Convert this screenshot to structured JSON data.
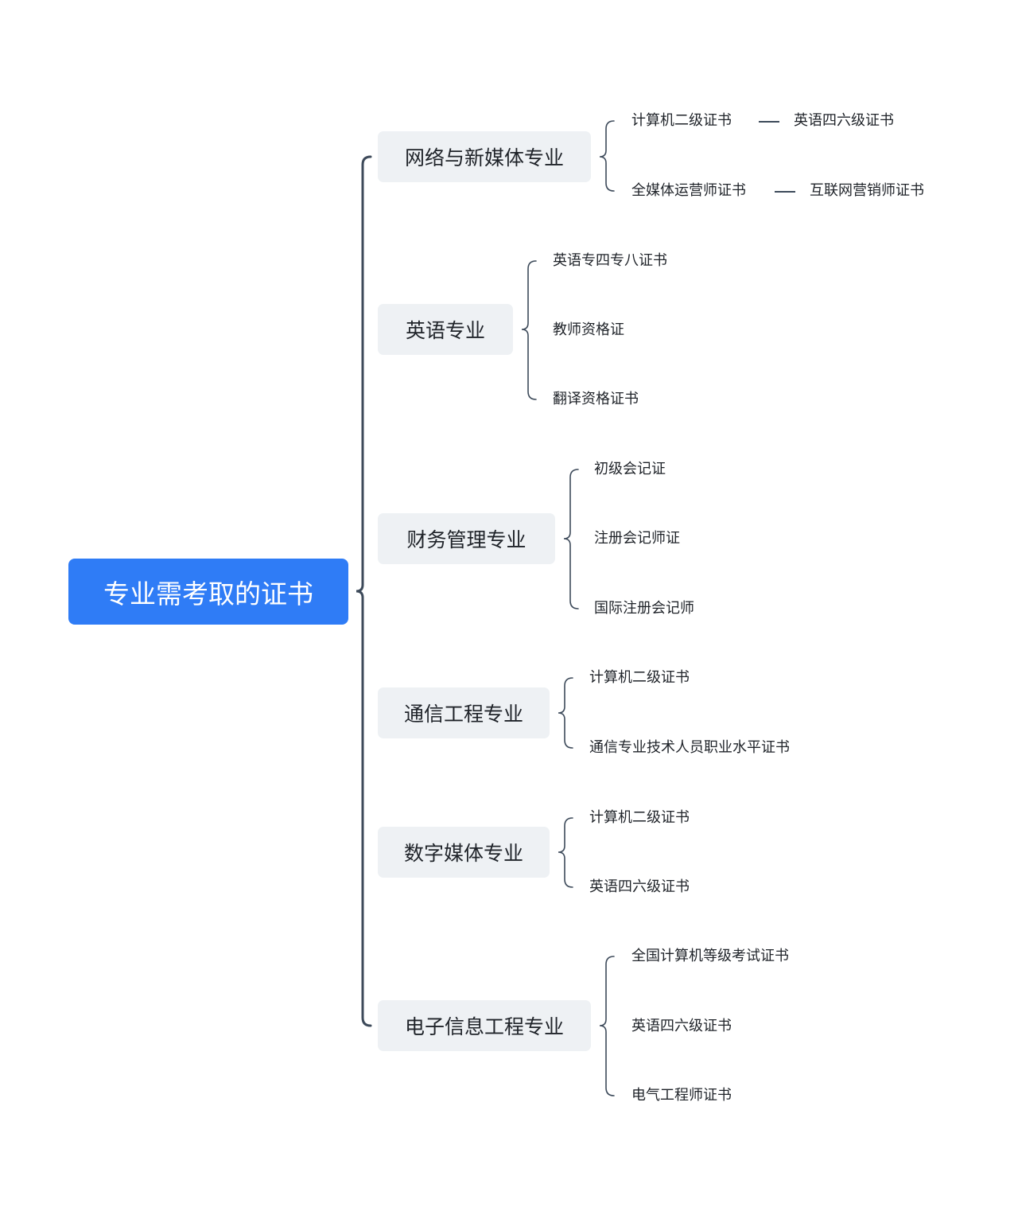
{
  "root": {
    "label": "专业需考取的证书"
  },
  "colors": {
    "root_bg": "#2f7cf6",
    "branch_bg": "#eef1f4",
    "line": "#3d4a5a"
  },
  "branches": [
    {
      "label": "网络与新媒体专业",
      "leaves": [
        {
          "label": "计算机二级证书",
          "next": "英语四六级证书"
        },
        {
          "label": "全媒体运营师证书",
          "next": "互联网营销师证书"
        }
      ]
    },
    {
      "label": "英语专业",
      "leaves": [
        {
          "label": "英语专四专八证书"
        },
        {
          "label": "教师资格证"
        },
        {
          "label": "翻译资格证书"
        }
      ]
    },
    {
      "label": "财务管理专业",
      "leaves": [
        {
          "label": "初级会记证"
        },
        {
          "label": "注册会记师证"
        },
        {
          "label": "国际注册会记师"
        }
      ]
    },
    {
      "label": "通信工程专业",
      "leaves": [
        {
          "label": "计算机二级证书"
        },
        {
          "label": "通信专业技术人员职业水平证书"
        }
      ]
    },
    {
      "label": "数字媒体专业",
      "leaves": [
        {
          "label": "计算机二级证书"
        },
        {
          "label": "英语四六级证书"
        }
      ]
    },
    {
      "label": "电子信息工程专业",
      "leaves": [
        {
          "label": "全国计算机等级考试证书"
        },
        {
          "label": "英语四六级证书"
        },
        {
          "label": "电气工程师证书"
        }
      ]
    }
  ]
}
